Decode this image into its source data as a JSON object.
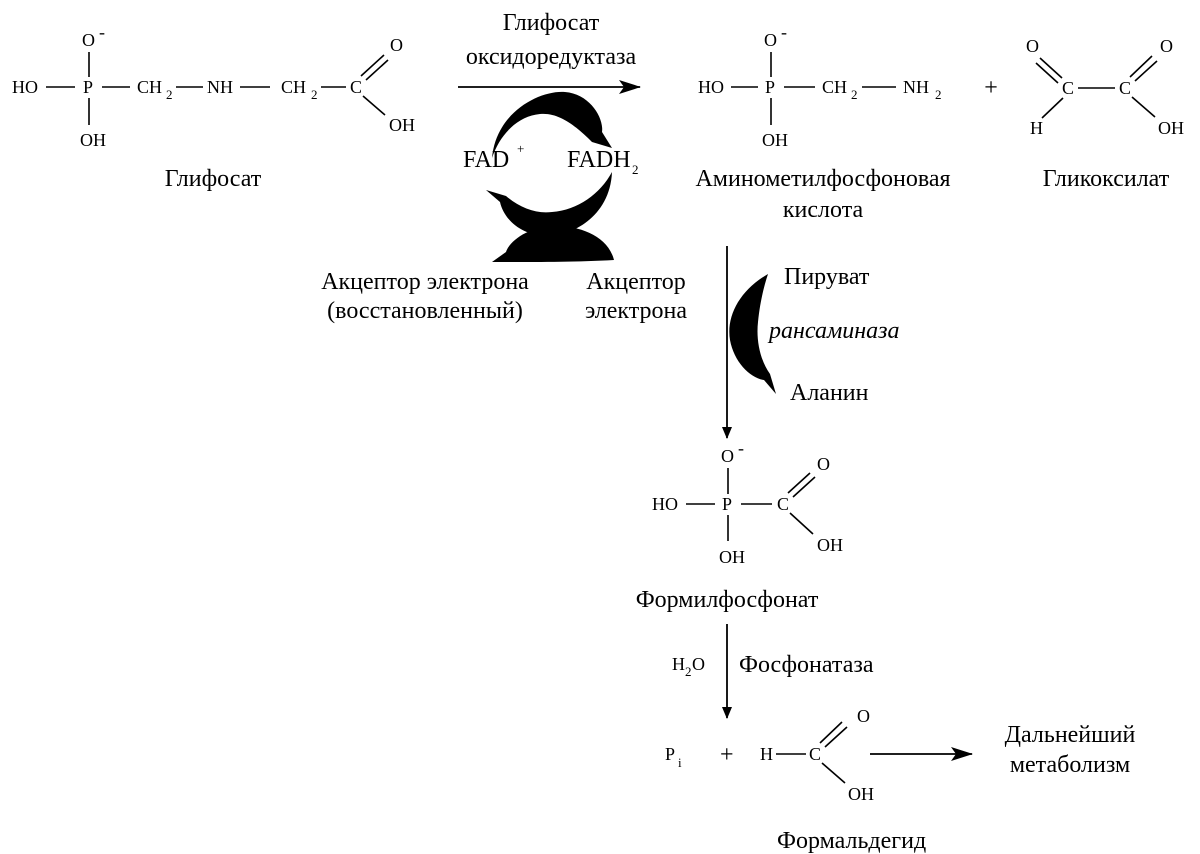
{
  "compounds": {
    "glyphosate": "Глифосат",
    "ampa_line1": "Аминометилфосфоновая",
    "ampa_line2": "кислота",
    "glyoxylate": "Гликоксилат",
    "formylphosphonate": "Формилфосфонат",
    "formaldehyde": "Формальдегид"
  },
  "enzymes": {
    "oxidoreductase_line1": "Глифосат",
    "oxidoreductase_line2": "оксидоредуктаза",
    "transaminase": "рансаминаза",
    "phosphonatase": "Фосфонатаза"
  },
  "cofactors": {
    "fad": "FAD",
    "fad_sup": "+",
    "fadh": "FADH",
    "fadh_sub": "2",
    "acceptor_reduced_line1": "Акцептор электрона",
    "acceptor_reduced_line2": "(восстановленный)",
    "acceptor_line1": "Акцептор",
    "acceptor_line2": "электрона",
    "pyruvate": "Пируват",
    "alanine": "Аланин",
    "water_h": "H",
    "water_sub": "2",
    "water_o": "O"
  },
  "products": {
    "pi": "P",
    "pi_sub": "i",
    "further_line1": "Дальнейший",
    "further_line2": "метаболизм"
  },
  "atoms": {
    "HO": "HO",
    "OH": "OH",
    "O": "O",
    "Ominus": "-",
    "P": "P",
    "CH": "CH",
    "sub2": "2",
    "NH": "NH",
    "C": "C",
    "H": "H",
    "plus": "+"
  }
}
